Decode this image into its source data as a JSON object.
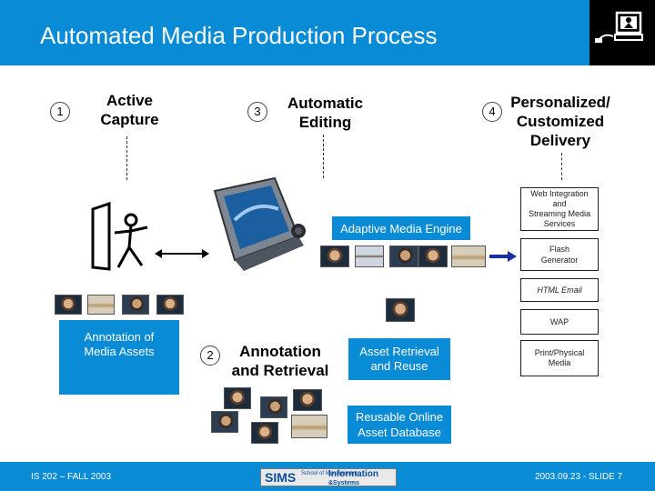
{
  "header": {
    "title": "Automated Media Production Process"
  },
  "steps": {
    "one": {
      "num": "1",
      "label_line1": "Active",
      "label_line2": "Capture"
    },
    "two": {
      "num": "2",
      "label_line1": "Annotation",
      "label_line2": "and Retrieval"
    },
    "three": {
      "num": "3",
      "label_line1": "Automatic",
      "label_line2": "Editing"
    },
    "four": {
      "num": "4",
      "label_line1": "Personalized/",
      "label_line2": "Customized",
      "label_line3": "Delivery"
    }
  },
  "boxes": {
    "adaptive_engine": "Adaptive Media Engine",
    "annotation_assets_line1": "Annotation of",
    "annotation_assets_line2": "Media Assets",
    "asset_retrieval_line1": "Asset Retrieval",
    "asset_retrieval_line2": "and Reuse",
    "reusable_db_line1": "Reusable Online",
    "reusable_db_line2": "Asset Database"
  },
  "delivery_outputs": {
    "web_line1": "Web Integration",
    "web_line2": "and",
    "web_line3": "Streaming Media",
    "web_line4": "Services",
    "flash_line1": "Flash",
    "flash_line2": "Generator",
    "html_email": "HTML Email",
    "wap": "WAP",
    "print_line1": "Print/Physical",
    "print_line2": "Media"
  },
  "footer": {
    "course": "IS 202 – FALL 2003",
    "slide": "2003.09.23 - SLIDE 7",
    "logo_sims": "SIMS",
    "logo_small1": "School of",
    "logo_small2": "Management",
    "logo_big1": "Information",
    "logo_big2": "&Systems"
  },
  "colors": {
    "header_blue": "#0a8bd6",
    "arrow_blue": "#1a2fa0"
  },
  "icons": [
    "stick-figure-icon",
    "tablet-camera-icon",
    "computer-logo-icon"
  ]
}
